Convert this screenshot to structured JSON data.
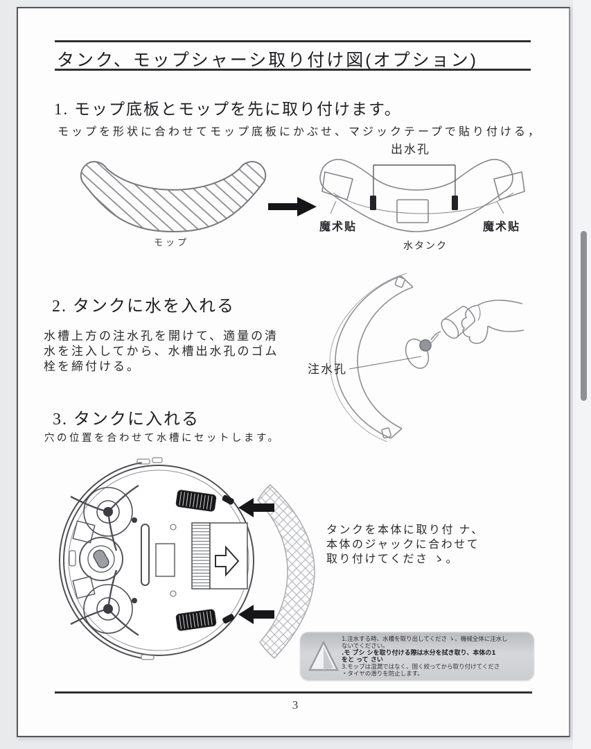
{
  "viewer": {
    "page_number": "3"
  },
  "title": "タンク、モップシャーシ取り付け図(オプション)",
  "section1": {
    "heading": "1. モップ底板とモップを先に取り付けます。",
    "body": "モップを形状に合わせてモップ底板にかぶせ、マジックテープで貼り付ける，",
    "label_outlet": "出水孔",
    "label_mop": "モップ",
    "label_velcro_left": "魔术贴",
    "label_velcro_right": "魔术贴",
    "label_tank": "水タンク"
  },
  "section2": {
    "heading": "2. タンクに水を入れる",
    "body_line1": "水槽上方の注水孔を開けて、適量の清",
    "body_line2": "水を注入してから、水槽出水孔のゴム",
    "body_line3": "栓を締付ける。",
    "label_inlet": "注水孔"
  },
  "section3": {
    "heading": "3. タンクに入れる",
    "body": "穴の位置を合わせて水槽にセットします。",
    "note_line1": "タンクを本体に取り付 ナ、",
    "note_line2": "本体のジャックに合わせて",
    "note_line3": "取り付けてくださ ゝ。",
    "warning_line1": "1.注水する時、水槽を取り出してくださ ゝ、機械全体に注水し",
    "warning_line2": "ないでください。",
    "warning_line3": ".モ ブシ   シを取り付ける際は水分を拭き取り、本体の1",
    "warning_line4": "をと って   さい",
    "warning_line5": "3.モップは湿潤ではなく、固く絞ってから取り付けてくださ",
    "warning_line6": "・タイヤの滑りを防止します。"
  }
}
